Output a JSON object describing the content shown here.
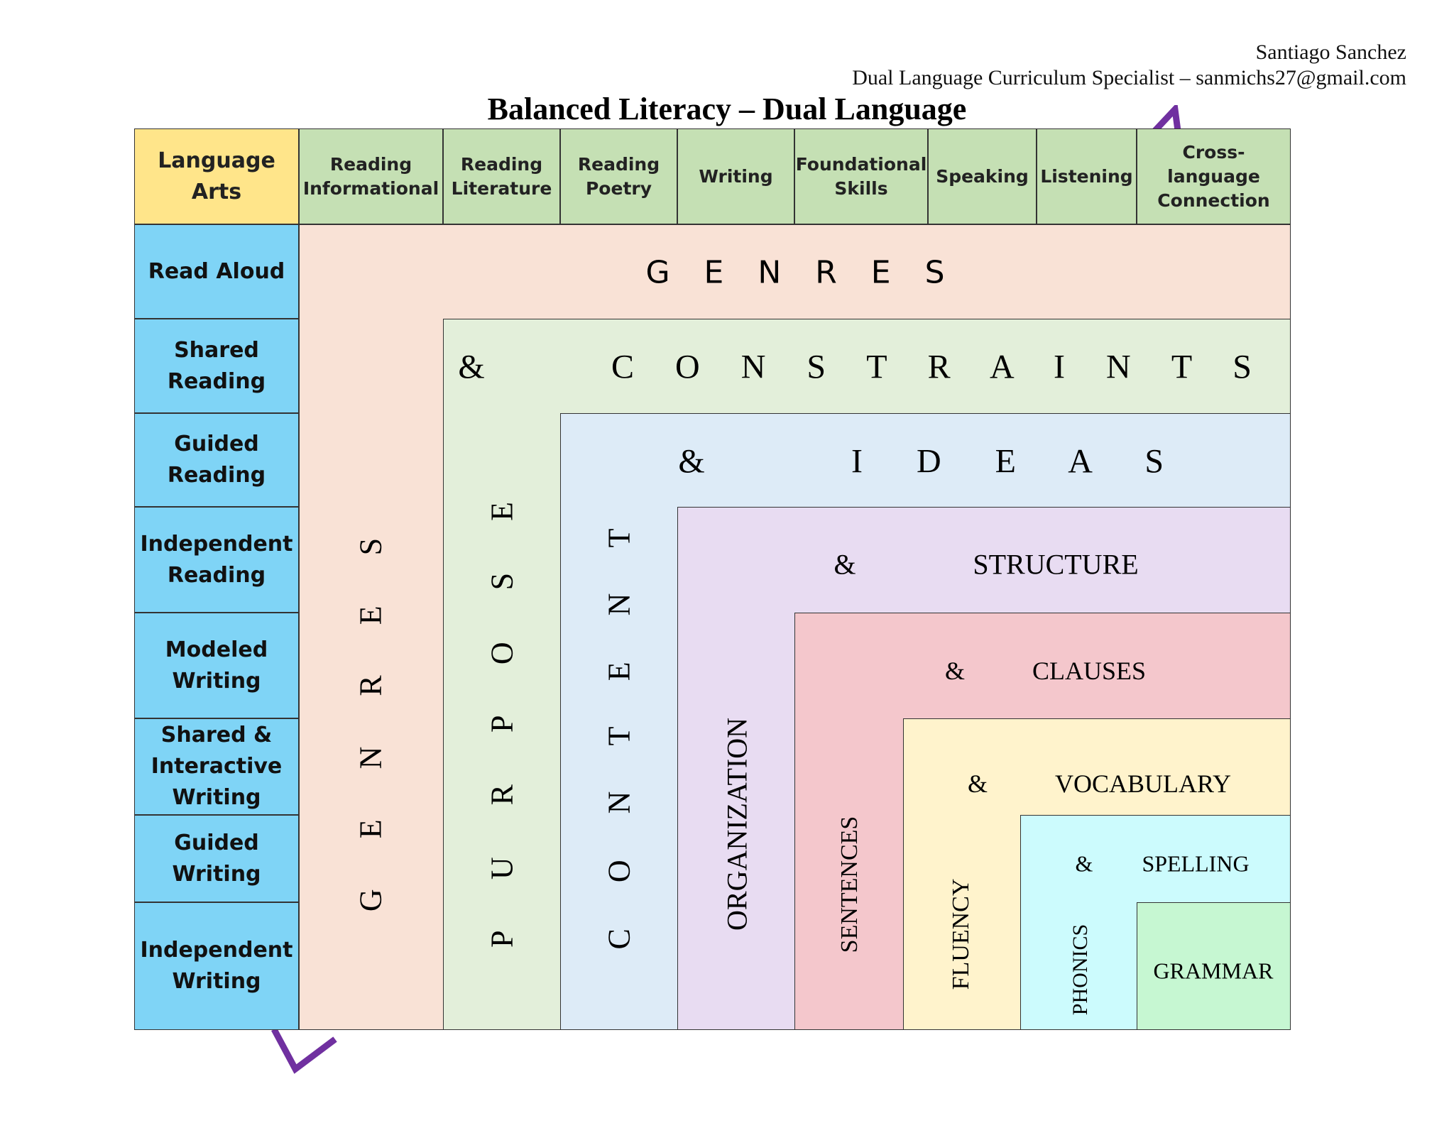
{
  "author": {
    "name": "Santiago Sanchez",
    "role": "Dual Language Curriculum Specialist – sanmichs27@gmail.com"
  },
  "title": "Balanced Literacy – Dual Language",
  "header": {
    "corner": "Language Arts",
    "columns": [
      "Reading Informational",
      "Reading Literature",
      "Reading Poetry",
      "Writing",
      "Foundational Skills",
      "Speaking",
      "Listening",
      "Cross-language Connection"
    ]
  },
  "rows": [
    "Read Aloud",
    "Shared Reading",
    "Guided Reading",
    "Independent Reading",
    "Modeled Writing",
    "Shared & Interactive Writing",
    "Guided Writing",
    "Independent Writing"
  ],
  "regions": {
    "genres": {
      "horizontal": "G E N R E S",
      "vertical": "G E N R E S"
    },
    "purpose": {
      "amp": "&",
      "horizontal": "C O N S T R A I N T S",
      "vertical": "P U R P O S E"
    },
    "content": {
      "amp": "&",
      "horizontal": "I D E A S",
      "vertical": "C O N T E N T"
    },
    "organization": {
      "amp": "&",
      "horizontal": "STRUCTURE",
      "vertical": "ORGANIZATION"
    },
    "sentences": {
      "amp": "&",
      "horizontal": "CLAUSES",
      "vertical": "SENTENCES"
    },
    "fluency": {
      "amp": "&",
      "horizontal": "VOCABULARY",
      "vertical": "FLUENCY"
    },
    "phonics": {
      "amp": "&",
      "horizontal": "SPELLING",
      "vertical": "PHONICS"
    },
    "grammar": {
      "label": "GRAMMAR"
    }
  },
  "colors": {
    "header_corner": "#ffe58a",
    "header": "#c5e0b4",
    "row_label": "#7fd4f6",
    "genres": "#f9e2d6",
    "purpose": "#e3efda",
    "content": "#ddebf7",
    "organization": "#e8dcf2",
    "sentences": "#f4c7cc",
    "fluency": "#fff3cc",
    "phonics": "#ccfbfd",
    "grammar": "#c6f7d2",
    "arrow": "#7030a0"
  }
}
